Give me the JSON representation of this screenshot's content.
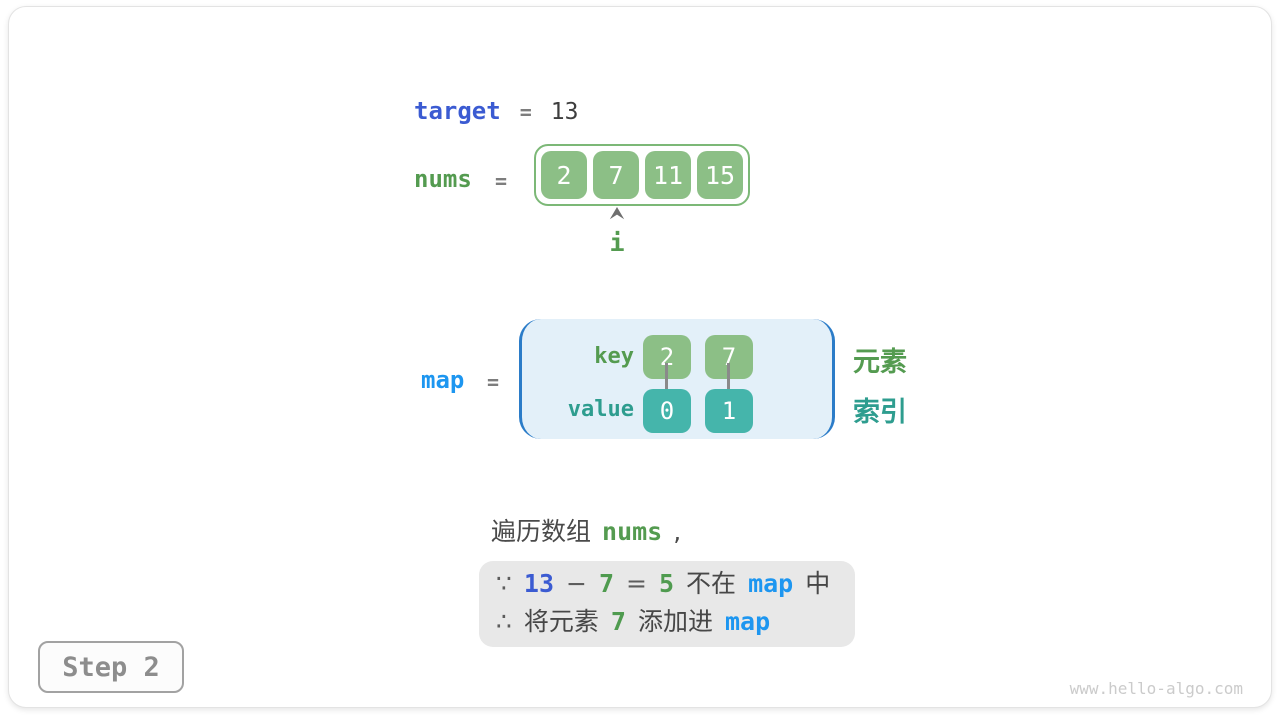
{
  "colors": {
    "indigo_keyword": "#3b5bd2",
    "bright_blue_keyword": "#1d96f0",
    "green_keyword": "#549b50",
    "teal_keyword": "#2e9d8f",
    "green_box": "#8cbf86",
    "green_box_border": "#7cb877",
    "teal_box": "#45b5ab",
    "map_container_bg": "#e3f0f9",
    "map_container_border": "#2b7cc8",
    "note_bg": "#e8e8e8",
    "arrow_gray": "#8a8a8a"
  },
  "target": {
    "label": "target",
    "equals": "=",
    "value": "13"
  },
  "nums": {
    "label": "nums",
    "equals": "=",
    "values": [
      "2",
      "7",
      "11",
      "15"
    ],
    "pointer_label": "i"
  },
  "map": {
    "label": "map",
    "equals": "=",
    "key_label": "key",
    "value_label": "value",
    "entries": [
      {
        "key": "2",
        "value": "0"
      },
      {
        "key": "7",
        "value": "1"
      }
    ],
    "element_label": "元素",
    "index_label": "索引"
  },
  "caption": {
    "prefix": "遍历数组",
    "code": "nums",
    "comma": ","
  },
  "note": {
    "line1": [
      {
        "text": "∵",
        "style": "sym"
      },
      {
        "text": "13",
        "style": "indigo"
      },
      {
        "text": "−",
        "style": "sym"
      },
      {
        "text": "7",
        "style": "green"
      },
      {
        "text": "=",
        "style": "sym"
      },
      {
        "text": "5",
        "style": "green"
      },
      {
        "text": "不在",
        "style": "text"
      },
      {
        "text": "map",
        "style": "blue"
      },
      {
        "text": "中",
        "style": "text"
      }
    ],
    "line2": [
      {
        "text": "∴",
        "style": "sym"
      },
      {
        "text": "将元素",
        "style": "text"
      },
      {
        "text": "7",
        "style": "green"
      },
      {
        "text": "添加进",
        "style": "text"
      },
      {
        "text": "map",
        "style": "blue"
      }
    ]
  },
  "step": {
    "label": "Step 2"
  },
  "watermark": "www.hello-algo.com"
}
